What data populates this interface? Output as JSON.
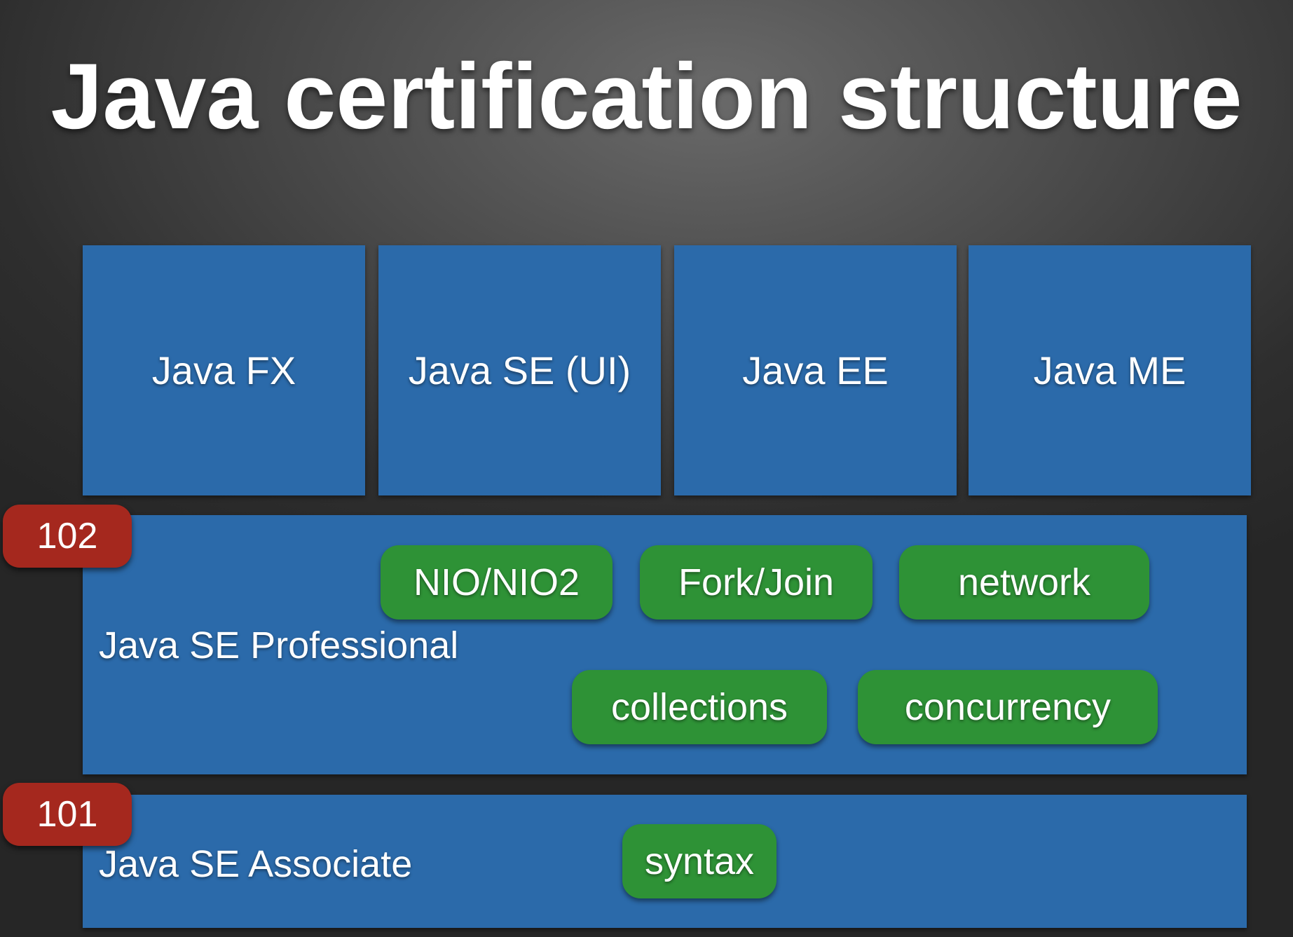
{
  "title": "Java certification structure",
  "top_boxes": [
    "Java FX",
    "Java SE (UI)",
    "Java EE",
    "Java ME"
  ],
  "professional": {
    "badge": "102",
    "label": "Java SE Professional",
    "topics": [
      "NIO/NIO2",
      "Fork/Join",
      "network",
      "collections",
      "concurrency"
    ]
  },
  "associate": {
    "badge": "101",
    "label": "Java SE Associate",
    "topics": [
      "syntax"
    ]
  },
  "colors": {
    "box_blue": "#2b6aaa",
    "topic_green": "#2e9236",
    "badge_red": "#a5281e"
  }
}
